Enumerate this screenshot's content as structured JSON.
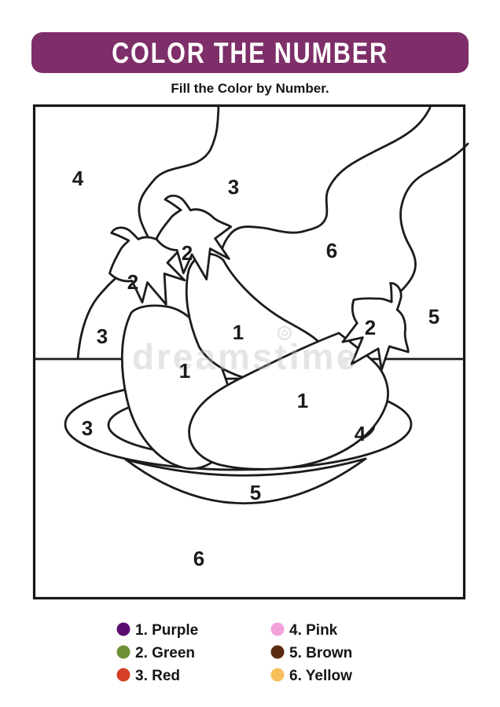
{
  "banner": {
    "color": "#7E2E68",
    "title": "COLOR THE NUMBER"
  },
  "subtitle": "Fill the Color by Number.",
  "watermark": {
    "text": "dreamstime"
  },
  "drawing": {
    "scene": "three eggplants with leafy caps on a plate",
    "labels": [
      {
        "n": "4",
        "region": "background-top-left"
      },
      {
        "n": "3",
        "region": "background-top-middle"
      },
      {
        "n": "6",
        "region": "background-right-channel"
      },
      {
        "n": "2",
        "region": "middle-eggplant-cap"
      },
      {
        "n": "2",
        "region": "left-eggplant-cap"
      },
      {
        "n": "5",
        "region": "background-right"
      },
      {
        "n": "2",
        "region": "right-eggplant-cap"
      },
      {
        "n": "1",
        "region": "middle-eggplant-body"
      },
      {
        "n": "3",
        "region": "background-left-pocket"
      },
      {
        "n": "1",
        "region": "left-eggplant-body"
      },
      {
        "n": "1",
        "region": "right-eggplant-body"
      },
      {
        "n": "3",
        "region": "plate-rim"
      },
      {
        "n": "4",
        "region": "plate-inner"
      },
      {
        "n": "5",
        "region": "plate-base"
      },
      {
        "n": "6",
        "region": "background-bottom"
      }
    ]
  },
  "legend": {
    "items": [
      {
        "label": "1. Purple",
        "color": "#5C0E6E"
      },
      {
        "label": "2. Green",
        "color": "#6D9033"
      },
      {
        "label": "3. Red",
        "color": "#D63E27"
      },
      {
        "label": "4. Pink",
        "color": "#F2A3DB"
      },
      {
        "label": "5. Brown",
        "color": "#5D2B10"
      },
      {
        "label": "6. Yellow",
        "color": "#F5C05A"
      }
    ]
  }
}
